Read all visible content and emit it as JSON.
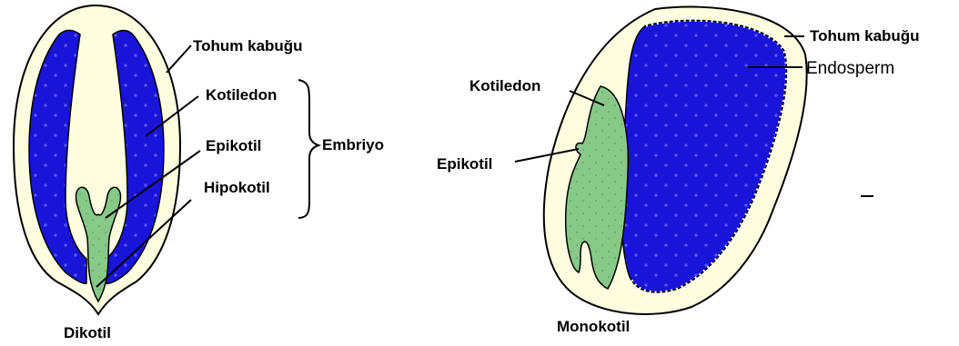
{
  "dicot": {
    "caption": "Dikotil",
    "labels": {
      "seed_coat": "Tohum kabuğu",
      "cotyledon": "Kotiledon",
      "epicotyl": "Epikotil",
      "hypocotyl": "Hipokotil",
      "embryo": "Embriyo"
    }
  },
  "monocot": {
    "caption": "Monokotil",
    "labels": {
      "seed_coat": "Tohum kabuğu",
      "endosperm": "Endosperm",
      "cotyledon": "Kotiledon",
      "epicotyl": "Epikotil"
    }
  },
  "colors": {
    "seed_coat": "#FFFDE0",
    "storage_blue": "#1A14D9",
    "embryo_green": "#88C888",
    "outline": "#000000"
  }
}
